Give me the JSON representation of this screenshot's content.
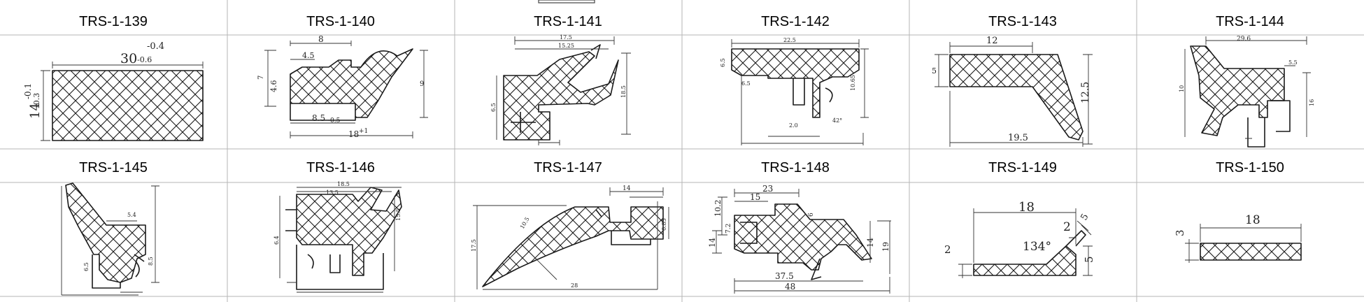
{
  "profiles": [
    {
      "code": "TRS-1-139",
      "dims": [
        "-0.4",
        "30",
        "-0.6",
        "-0.1",
        "14",
        "-0.3"
      ]
    },
    {
      "code": "TRS-1-140",
      "dims": [
        "8",
        "4.5",
        "7",
        "4.6",
        "9",
        "8.5",
        "-0.5",
        "18",
        "+1"
      ]
    },
    {
      "code": "TRS-1-141",
      "dims": [
        "17.5",
        "15.25",
        "6.5",
        "18.5"
      ]
    },
    {
      "code": "TRS-1-142",
      "dims": [
        "22.5",
        "6.5",
        "6.5",
        "10.65",
        "42°",
        "2.0"
      ]
    },
    {
      "code": "TRS-1-143",
      "dims": [
        "12",
        "5",
        "12.5",
        "19.5"
      ]
    },
    {
      "code": "TRS-1-144",
      "dims": [
        "29.6",
        "5.5",
        "10",
        "16"
      ]
    },
    {
      "code": "TRS-1-145",
      "dims": [
        "5.4",
        "6.5",
        "8.5"
      ]
    },
    {
      "code": "TRS-1-146",
      "dims": [
        "18.5",
        "13.5",
        "6.4",
        "15.5"
      ]
    },
    {
      "code": "TRS-1-147",
      "dims": [
        "14",
        "6.85",
        "17.5",
        "28",
        "10.5"
      ]
    },
    {
      "code": "TRS-1-148",
      "dims": [
        "23",
        "15",
        "10.2",
        "7.2",
        "14",
        "6",
        "14",
        "19",
        "37.5",
        "48"
      ]
    },
    {
      "code": "TRS-1-149",
      "dims": [
        "18",
        "2",
        "134°",
        "2",
        "5",
        "5"
      ]
    },
    {
      "code": "TRS-1-150",
      "dims": [
        "18",
        "3"
      ]
    }
  ]
}
